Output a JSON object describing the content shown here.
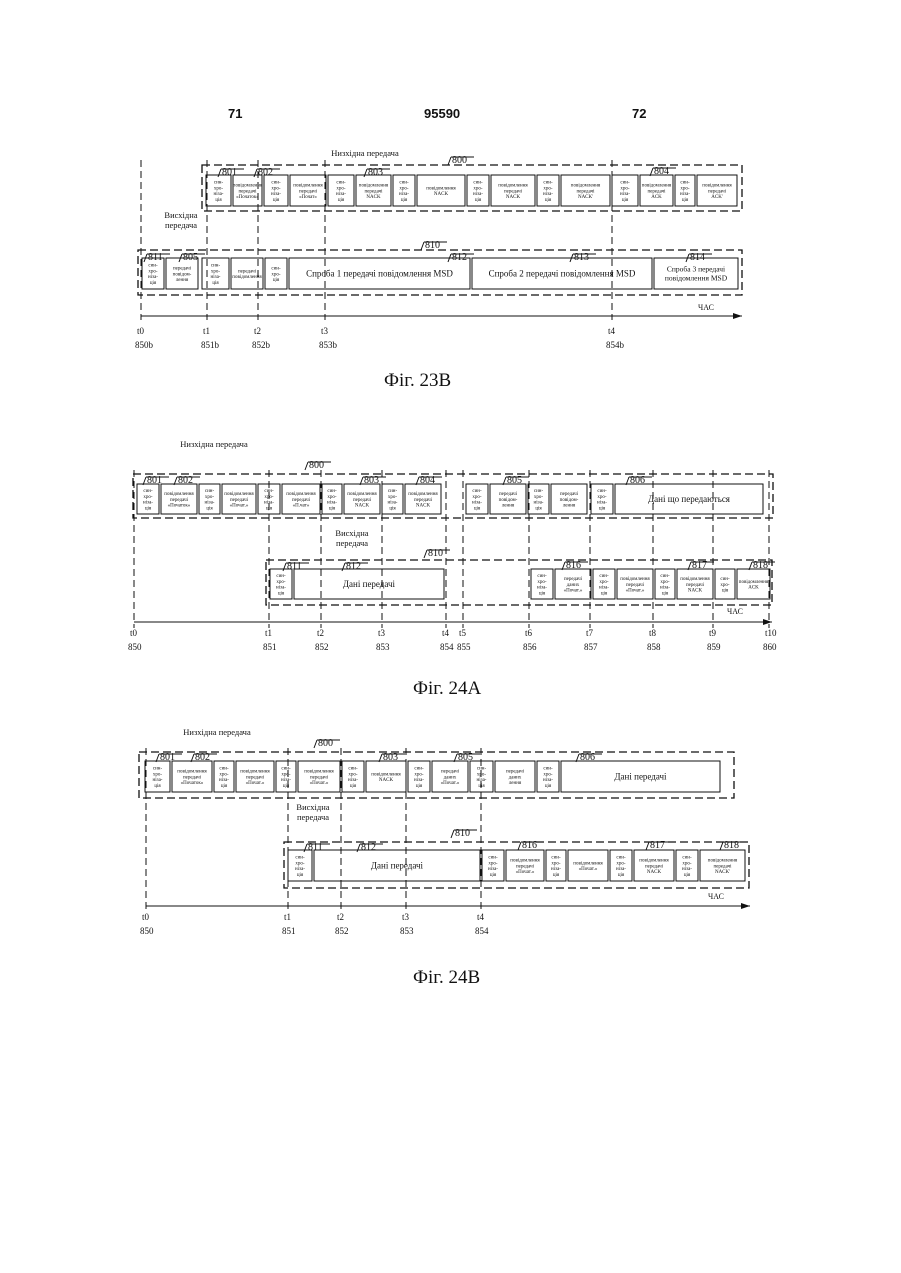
{
  "header": {
    "left": "71",
    "center": "95590",
    "right": "72"
  },
  "common": {
    "sync": [
      "син-",
      "хро-",
      "ніза-",
      "ція"
    ],
    "sync_short": [
      "син-",
      "хро-",
      "ція"
    ],
    "time_axis": "ЧАС",
    "uplink_label": [
      "Висхідна",
      "передача"
    ]
  },
  "fig23b": {
    "caption": "Фіг. 23В",
    "downlink_label": "Низхідна передача",
    "refs": {
      "r800": "800",
      "r801": "801",
      "r802": "802",
      "r803": "803",
      "r804": "804",
      "r805": "805",
      "r810": "810",
      "r811": "811",
      "r812": "812",
      "r813": "813",
      "r814": "814"
    },
    "top_msgs": {
      "start": [
        "повідомлення",
        "передачі",
        "«Початок»"
      ],
      "start2": [
        "повідомлення",
        "передачі",
        "«Почат»"
      ],
      "nack": [
        "повідомлення",
        "передачі",
        "NACK"
      ],
      "nack2": [
        "повідомлення",
        "NACK"
      ],
      "nack3": [
        "повідомлення",
        "передачі",
        "NACK'"
      ],
      "ack": [
        "повідомлення",
        "передачі",
        "ACK"
      ],
      "ack2": [
        "повідомлення",
        "передачі",
        "ACK'"
      ]
    },
    "bottom_msgs": {
      "send_msg": [
        "передачі",
        "повідом-",
        "лення"
      ],
      "msg_short": [
        "передачі",
        "повідомлення"
      ],
      "try1": "Спроба 1 передачі повідомлення MSD",
      "try2": "Спроба 2 передачі повідомлення MSD",
      "try3": [
        "Спроба 3 передачі",
        "повідомлення MSD"
      ]
    },
    "ticks": [
      {
        "t": "t0",
        "n": "850b"
      },
      {
        "t": "t1",
        "n": "851b"
      },
      {
        "t": "t2",
        "n": "852b"
      },
      {
        "t": "t3",
        "n": "853b"
      },
      {
        "t": "t4",
        "n": "854b"
      }
    ]
  },
  "fig24a": {
    "caption": "Фіг. 24А",
    "downlink_label": "Низхідна передача",
    "refs": {
      "r800": "800",
      "r801": "801",
      "r802": "802",
      "r803": "803",
      "r804": "804",
      "r805": "805",
      "r806": "806",
      "r810": "810",
      "r811": "811",
      "r812": "812",
      "r816": "816",
      "r817": "817",
      "r818": "818"
    },
    "msgs": {
      "start": [
        "повідомлення",
        "передачі",
        "«Початок»"
      ],
      "start_r": [
        "повідомлення",
        "передачі",
        "«П.чат»"
      ],
      "start_d": [
        "повідомлення",
        "передачі",
        "«Почат.»"
      ],
      "nack": [
        "повідомлення",
        "передачі",
        "NACK"
      ],
      "nack_b": [
        "повідомлення",
        "передачі",
        "NACK"
      ],
      "send": [
        "передачі",
        "повідом-",
        "лення"
      ],
      "data_not_sent": "Дані що передаються",
      "data_sent": "Дані передачі",
      "data_msg": [
        "передачі",
        "даних",
        "«Почат.»"
      ],
      "data_msg2": [
        "повідомлення",
        "передачі",
        "«Почат.»"
      ],
      "ack_r": [
        "повідомлення",
        "передачі",
        "NACK"
      ],
      "ack_r2": [
        "повідомлення",
        "ACK"
      ]
    },
    "ticks": [
      {
        "t": "t0",
        "n": "850"
      },
      {
        "t": "t1",
        "n": "851"
      },
      {
        "t": "t2",
        "n": "852"
      },
      {
        "t": "t3",
        "n": "853"
      },
      {
        "t": "t4",
        "n": "854"
      },
      {
        "t": "t5",
        "n": "855"
      },
      {
        "t": "t6",
        "n": "856"
      },
      {
        "t": "t7",
        "n": "857"
      },
      {
        "t": "t8",
        "n": "858"
      },
      {
        "t": "t9",
        "n": "859"
      },
      {
        "t": "t10",
        "n": "860"
      }
    ]
  },
  "fig24b": {
    "caption": "Фіг. 24В",
    "downlink_label": "Низхідна передача",
    "refs": {
      "r800": "800",
      "r801": "801",
      "r802": "802",
      "r803": "803",
      "r805": "805",
      "r806": "806",
      "r810": "810",
      "r811": "811",
      "r812": "812",
      "r816": "816",
      "r817": "817",
      "r818": "818"
    },
    "msgs": {
      "start": [
        "повідомлення",
        "передачі",
        "«Початок»"
      ],
      "start2": [
        "повідомлення",
        "передачі",
        "«Почат.»"
      ],
      "start3": [
        "повідомлення",
        "передачі",
        "«Почат.»"
      ],
      "nack": [
        "повідомлення",
        "NACK"
      ],
      "send": [
        "передачі",
        "даних",
        "«Почат.»"
      ],
      "send2": [
        "передачі",
        "даних",
        "лення"
      ],
      "data_sent": "Дані передачі",
      "data_sent_top": "Дані передачі",
      "b_start": [
        "повідомлення",
        "передачі",
        "«Почат.»"
      ],
      "b_start2": [
        "повідомлення",
        "«Почат.»"
      ],
      "b_nack": [
        "повідомлення",
        "передачі",
        "NACK"
      ],
      "b_nack2": [
        "повідомлення",
        "передачі",
        "NACK'"
      ]
    },
    "ticks": [
      {
        "t": "t0",
        "n": "850"
      },
      {
        "t": "t1",
        "n": "851"
      },
      {
        "t": "t2",
        "n": "852"
      },
      {
        "t": "t3",
        "n": "853"
      },
      {
        "t": "t4",
        "n": "854"
      }
    ]
  }
}
